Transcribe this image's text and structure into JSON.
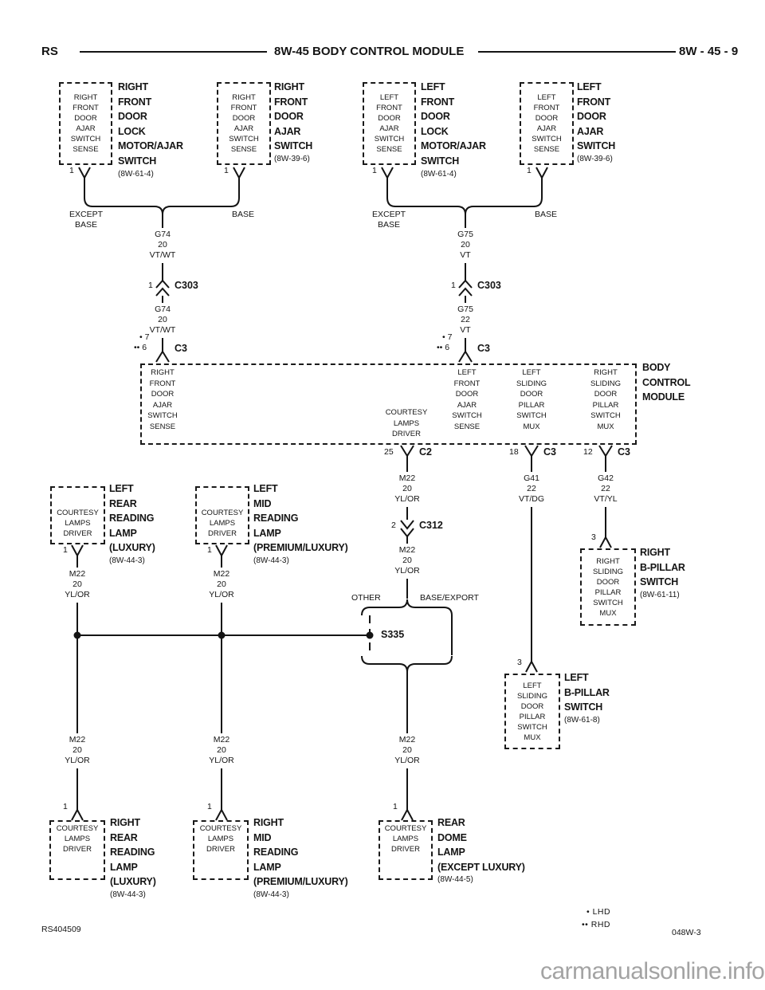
{
  "header": {
    "model": "RS",
    "title": "8W-45 BODY CONTROL MODULE",
    "page": "8W - 45 - 9"
  },
  "footer": {
    "left": "RS404509",
    "right": "048W-3",
    "watermark": "carmanualsonline.info"
  },
  "legend": {
    "lhd": "• LHD",
    "rhd": "•• RHD"
  },
  "top": {
    "boxes": [
      {
        "pins": "RIGHT\nFRONT\nDOOR\nAJAR\nSWITCH\nSENSE",
        "label": "RIGHT\nFRONT\nDOOR\nLOCK\nMOTOR/AJAR\nSWITCH",
        "ref": "(8W-61-4)",
        "pin": "1"
      },
      {
        "pins": "RIGHT\nFRONT\nDOOR\nAJAR\nSWITCH\nSENSE",
        "label": "RIGHT\nFRONT\nDOOR\nAJAR\nSWITCH",
        "ref": "(8W-39-6)",
        "pin": "1"
      },
      {
        "pins": "LEFT\nFRONT\nDOOR\nAJAR\nSWITCH\nSENSE",
        "label": "LEFT\nFRONT\nDOOR\nLOCK\nMOTOR/AJAR\nSWITCH",
        "ref": "(8W-61-4)",
        "pin": "1"
      },
      {
        "pins": "LEFT\nFRONT\nDOOR\nAJAR\nSWITCH\nSENSE",
        "label": "LEFT\nFRONT\nDOOR\nAJAR\nSWITCH",
        "ref": "(8W-39-6)",
        "pin": "1"
      }
    ],
    "left_branch": {
      "except": "EXCEPT\nBASE",
      "base": "BASE",
      "wire1": "G74\n20\nVT/WT",
      "splice_pin": "1",
      "splice": "C303",
      "wire2": "G74\n20\nVT/WT",
      "pin_lhd": "• 7",
      "pin_rhd": "•• 6",
      "conn": "C3"
    },
    "right_branch": {
      "except": "EXCEPT\nBASE",
      "base": "BASE",
      "wire1": "G75\n20\nVT",
      "splice_pin": "1",
      "splice": "C303",
      "wire2": "G75\n22\nVT",
      "pin_lhd": "• 7",
      "pin_rhd": "•• 6",
      "conn": "C3"
    }
  },
  "bcm": {
    "label": "BODY\nCONTROL\nMODULE",
    "col1": "RIGHT\nFRONT\nDOOR\nAJAR\nSWITCH\nSENSE",
    "col2": "COURTESY\nLAMPS\nDRIVER",
    "col3": "LEFT\nFRONT\nDOOR\nAJAR\nSWITCH\nSENSE",
    "col4": "LEFT\nSLIDING\nDOOR\nPILLAR\nSWITCH\nMUX",
    "col5": "RIGHT\nSLIDING\nDOOR\nPILLAR\nSWITCH\nMUX",
    "pin_c2": {
      "pin": "25",
      "conn": "C2"
    },
    "pin_c3a": {
      "pin": "18",
      "conn": "C3"
    },
    "pin_c3b": {
      "pin": "12",
      "conn": "C3"
    }
  },
  "mid": {
    "lamp_boxes": [
      {
        "pins": "COURTESY\nLAMPS\nDRIVER",
        "label": "LEFT\nREAR\nREADING\nLAMP\n(LUXURY)",
        "ref": "(8W-44-3)",
        "pin": "1",
        "wire": "M22\n20\nYL/OR"
      },
      {
        "pins": "COURTESY\nLAMPS\nDRIVER",
        "label": "LEFT\nMID\nREADING\nLAMP\n(PREMIUM/LUXURY)",
        "ref": "(8W-44-3)",
        "pin": "1",
        "wire": "M22\n20\nYL/OR"
      }
    ],
    "c2_wire1": "M22\n20\nYL/OR",
    "c312": {
      "pin": "2",
      "conn": "C312"
    },
    "c2_wire2": "M22\n20\nYL/OR",
    "split": {
      "left": "OTHER",
      "right": "BASE/EXPORT",
      "splice": "S335"
    },
    "g41_wire": "G41\n22\nVT/DG",
    "g42_wire": "G42\n22\nVT/YL",
    "rb_pillar": {
      "pin": "3",
      "pins": "RIGHT\nSLIDING\nDOOR\nPILLAR\nSWITCH\nMUX",
      "label": "RIGHT\nB-PILLAR\nSWITCH",
      "ref": "(8W-61-11)"
    },
    "lb_pillar": {
      "pin": "3",
      "pins": "LEFT\nSLIDING\nDOOR\nPILLAR\nSWITCH\nMUX",
      "label": "LEFT\nB-PILLAR\nSWITCH",
      "ref": "(8W-61-8)"
    }
  },
  "bottom": {
    "wires": [
      "M22\n20\nYL/OR",
      "M22\n20\nYL/OR",
      "M22\n20\nYL/OR"
    ],
    "boxes": [
      {
        "pin": "1",
        "pins": "COURTESY\nLAMPS\nDRIVER",
        "label": "RIGHT\nREAR\nREADING\nLAMP\n(LUXURY)",
        "ref": "(8W-44-3)"
      },
      {
        "pin": "1",
        "pins": "COURTESY\nLAMPS\nDRIVER",
        "label": "RIGHT\nMID\nREADING\nLAMP\n(PREMIUM/LUXURY)",
        "ref": "(8W-44-3)"
      },
      {
        "pin": "1",
        "pins": "COURTESY\nLAMPS\nDRIVER",
        "label": "REAR\nDOME\nLAMP\n(EXCEPT LUXURY)",
        "ref": "(8W-44-5)"
      }
    ]
  }
}
